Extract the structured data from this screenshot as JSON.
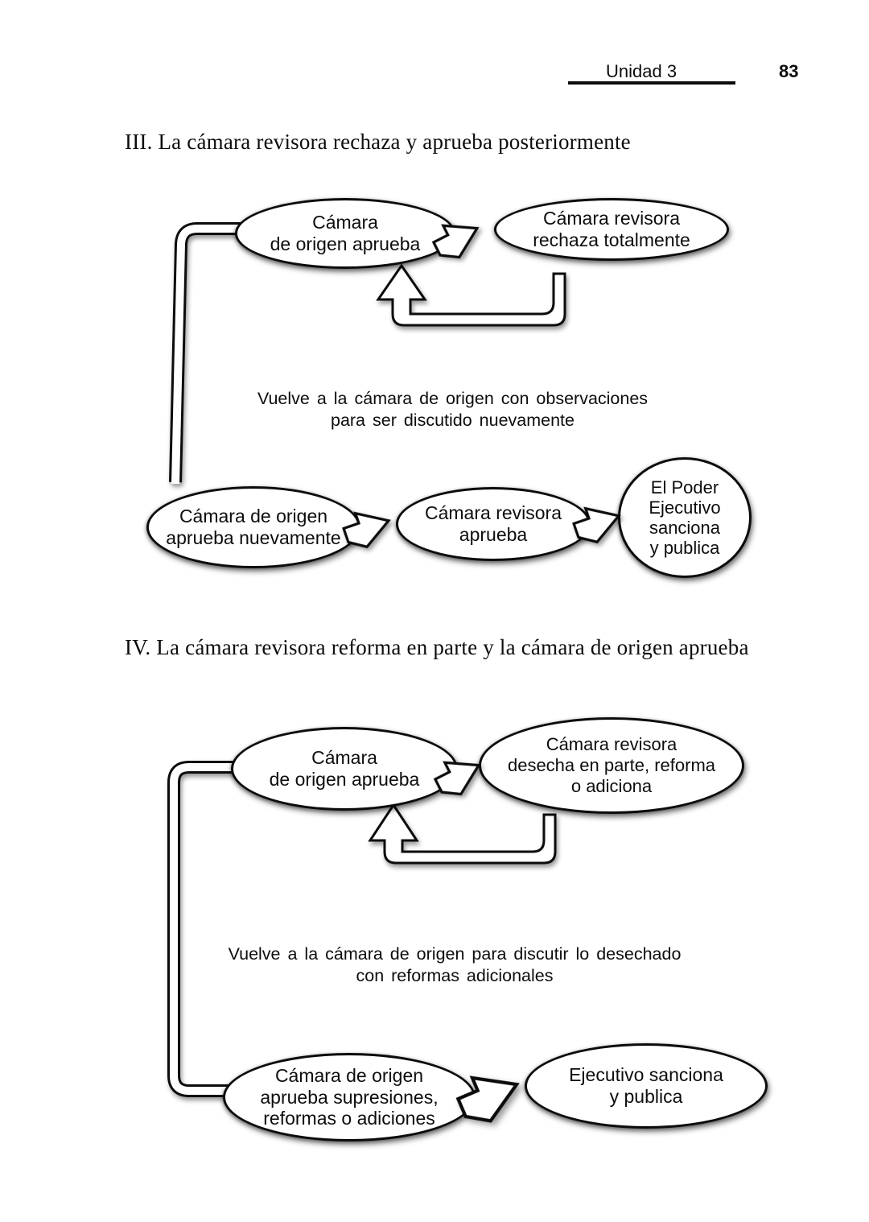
{
  "header": {
    "running_title": "Unidad 3",
    "page_number": "83"
  },
  "sections": [
    {
      "numeral": "III",
      "title": "III. La cámara revisora rechaza y aprueba posteriormente",
      "note_lines": [
        "Vuelve a la cámara de origen con observaciones",
        "para ser discutido nuevamente"
      ],
      "nodes": [
        {
          "id": "camara-origen-aprueba",
          "lines": [
            "Cámara",
            "de origen aprueba"
          ]
        },
        {
          "id": "camara-revisora-rechaza",
          "lines": [
            "Cámara revisora",
            "rechaza totalmente"
          ]
        },
        {
          "id": "camara-origen-nuevamente",
          "lines": [
            "Cámara de origen",
            "aprueba nuevamente"
          ]
        },
        {
          "id": "camara-revisora-aprueba",
          "lines": [
            "Cámara revisora",
            "aprueba"
          ]
        },
        {
          "id": "poder-ejecutivo-sanciona",
          "lines": [
            "El Poder",
            "Ejecutivo",
            "sanciona",
            "y publica"
          ]
        }
      ]
    },
    {
      "numeral": "IV",
      "title": "IV. La cámara revisora reforma en parte y la cámara de origen aprueba",
      "note_lines": [
        "Vuelve a la cámara de origen para discutir lo desechado",
        "con reformas adicionales"
      ],
      "nodes": [
        {
          "id": "camara-origen-aprueba",
          "lines": [
            "Cámara",
            "de origen aprueba"
          ]
        },
        {
          "id": "camara-revisora-desecha",
          "lines": [
            "Cámara revisora",
            "desecha en parte, reforma",
            "o adiciona"
          ]
        },
        {
          "id": "camara-origen-supresiones",
          "lines": [
            "Cámara de origen",
            "aprueba supresiones,",
            "reformas o adiciones"
          ]
        },
        {
          "id": "ejecutivo-sanciona-publica",
          "lines": [
            "Ejecutivo sanciona",
            "y publica"
          ]
        }
      ]
    }
  ],
  "icons": {
    "flow_arrow": "block-arrow-right",
    "return_arrow": "u-shaped-up-arrow",
    "bracket": "elbow-pipe-connector"
  },
  "colors": {
    "ink": "#0d0d0d",
    "paper": "#ffffff"
  }
}
